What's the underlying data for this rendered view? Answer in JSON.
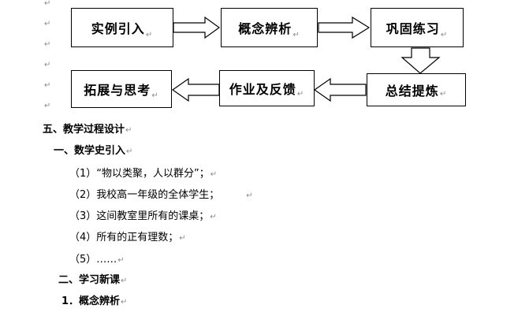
{
  "paragraph_mark": "↵",
  "flow": {
    "row1": [
      "实例引入",
      "概念辨析",
      "巩固练习"
    ],
    "row2": [
      "拓展与思考",
      "作业及反馈",
      "总结提炼"
    ]
  },
  "section": {
    "heading": "五、教学过程设计",
    "sub1": "一、数学史引入",
    "items": [
      "（1）“物以类聚，人以群分”；",
      "（2）我校高一年级的全体学生；",
      "（3）这间教室里所有的课桌；",
      "（4）所有的正有理数；",
      "（5）……"
    ],
    "sub2": "二、学习新课",
    "sub3": "1．概念辨析"
  }
}
